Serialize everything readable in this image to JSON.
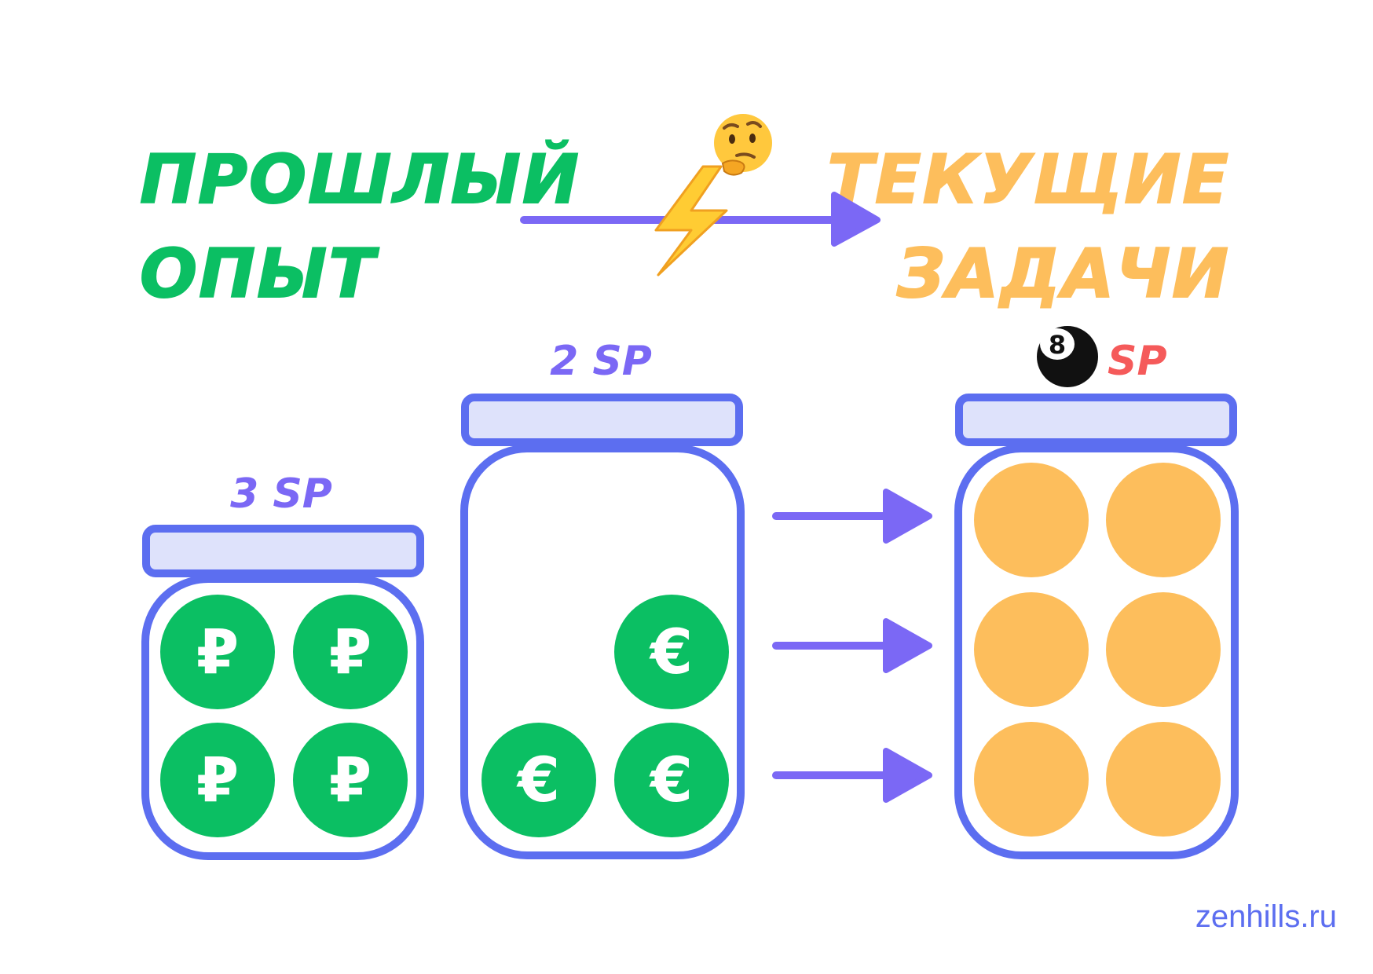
{
  "left_title": {
    "line1": "ПРОШЛЫЙ",
    "line2": "ОПЫТ"
  },
  "right_title": {
    "line1": "ТЕКУЩИЕ",
    "line2": "ЗАДАЧИ"
  },
  "jars": {
    "small": {
      "label": "3 SP",
      "coin_symbol": "₽",
      "coin_count": 4
    },
    "medium": {
      "label": "2 SP",
      "coin_symbol": "€",
      "coin_count": 3
    },
    "large": {
      "label": "SP",
      "icon": "eight-ball-icon",
      "coin_count": 6
    }
  },
  "top_icons": [
    "thinking-face-icon",
    "lightning-icon"
  ],
  "credit": "zenhills.ru",
  "colors": {
    "green": "#0BBF63",
    "orange": "#FDBE5C",
    "purple": "#7B68F5",
    "jar_outline": "#5C6EF0",
    "lid_fill": "#DEE2FB",
    "red": "#F55A5A"
  }
}
